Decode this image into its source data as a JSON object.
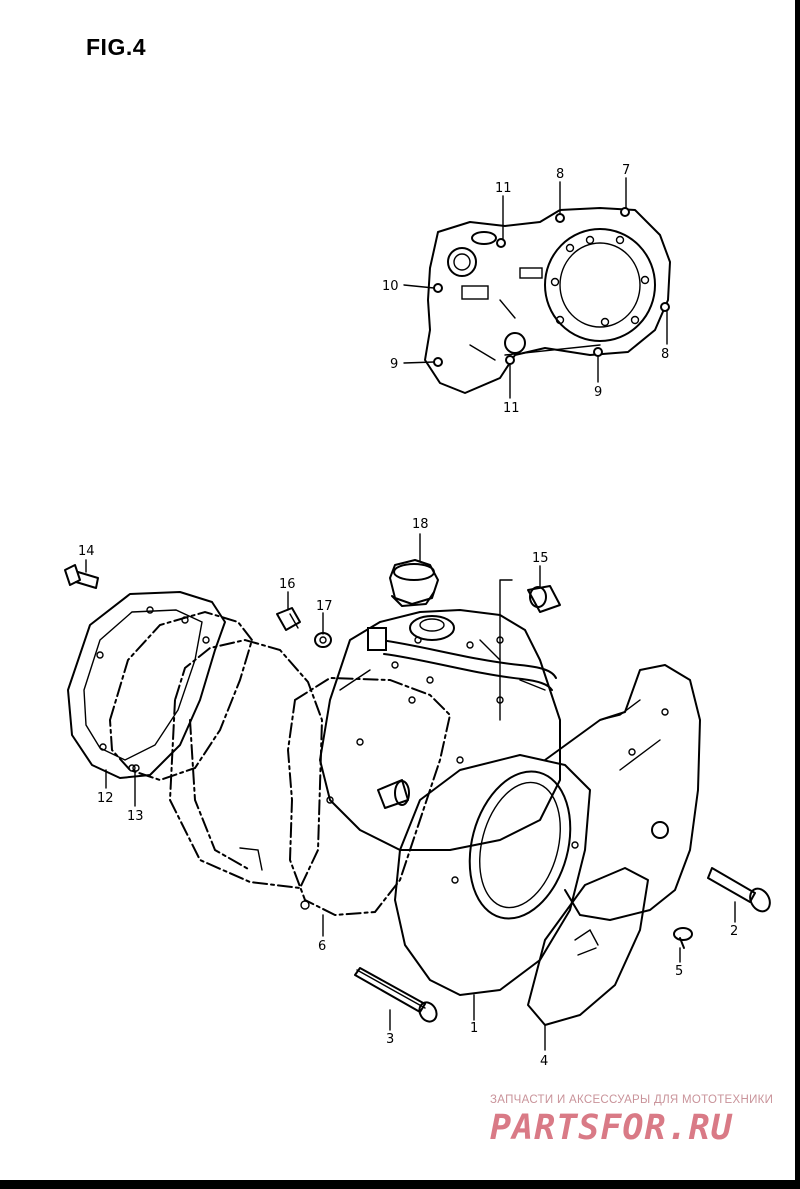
{
  "figure": {
    "title": "FIG.4"
  },
  "callouts": {
    "c1": "1",
    "c2": "2",
    "c3": "3",
    "c4": "4",
    "c5": "5",
    "c6": "6",
    "c7": "7",
    "c8a": "8",
    "c8b": "8",
    "c9a": "9",
    "c9b": "9",
    "c10": "10",
    "c11a": "11",
    "c11b": "11",
    "c12": "12",
    "c13": "13",
    "c14": "14",
    "c15": "15",
    "c16": "16",
    "c17": "17",
    "c18": "18"
  },
  "watermark": {
    "subtitle": "ЗАПЧАСТИ И АКСЕССУАРЫ ДЛЯ МОТОТЕХНИКИ",
    "brand": "PARTSFOR.RU"
  }
}
